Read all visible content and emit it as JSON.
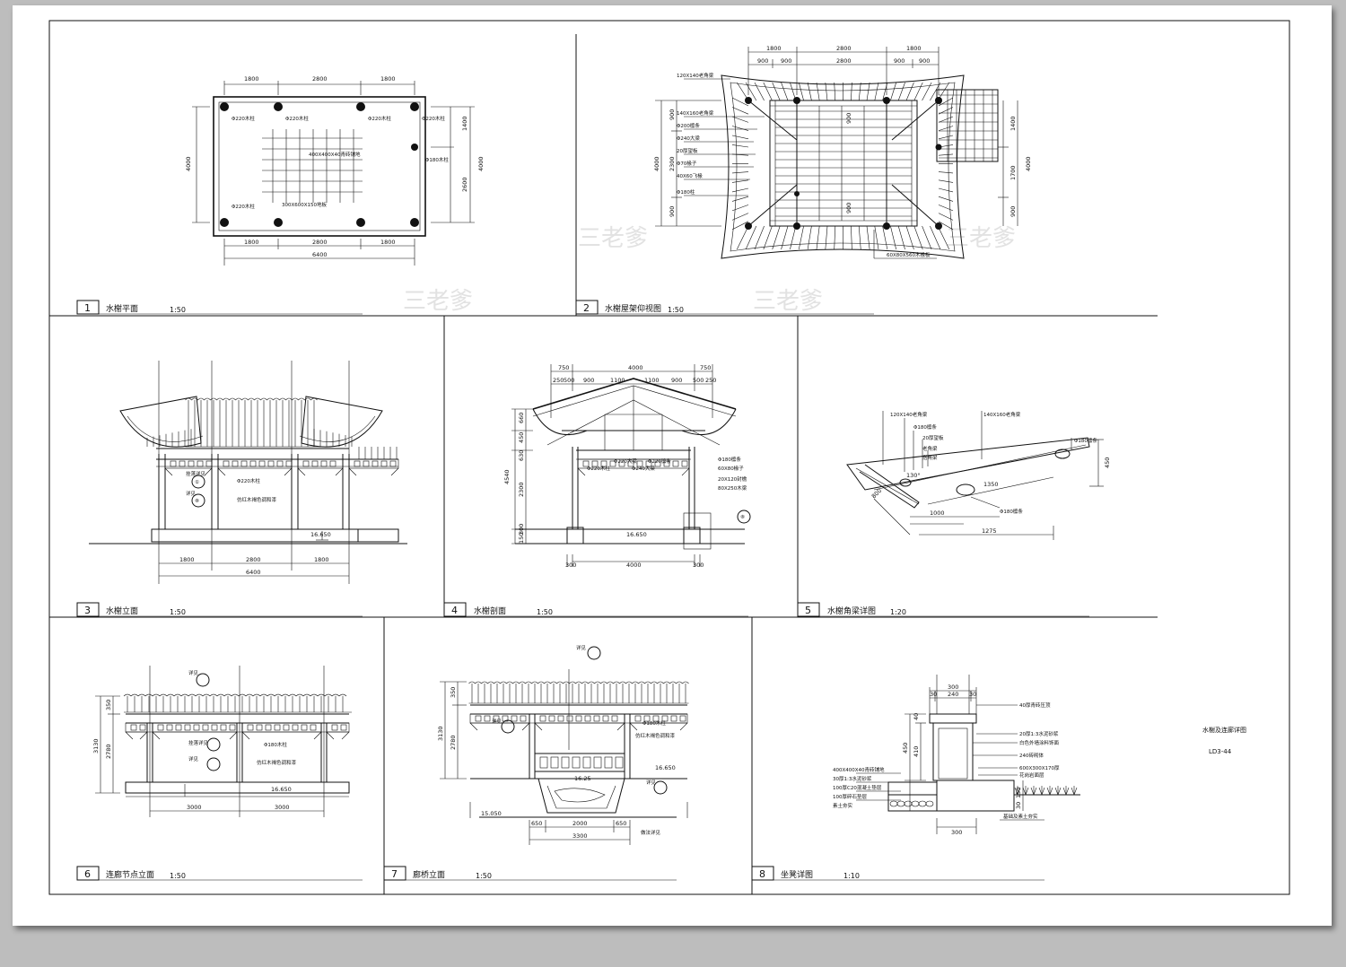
{
  "watermark": "三老爹",
  "sheet": {
    "title": "水榭及连廊详图",
    "number": "LD3-44"
  },
  "drawings": [
    {
      "num": "1",
      "title": "水榭平面",
      "scale": "1:50",
      "dims_top": [
        "1800",
        "2800",
        "1800"
      ],
      "dims_bottom": [
        "1800",
        "2800",
        "1800"
      ],
      "overall": "6400",
      "dim_left": "4000",
      "dims_right": [
        "1400",
        "2600"
      ],
      "dim_right_total": "4000",
      "labels": [
        "Φ220木柱",
        "Φ220木柱",
        "Φ220木柱",
        "Φ220木柱",
        "Φ180木柱",
        "400X400X40青砖铺地",
        "Φ220木柱",
        "300X600X150地板"
      ]
    },
    {
      "num": "2",
      "title": "水榭屋架仰视图",
      "scale": "1:50",
      "dims_top": [
        "1800",
        "2800",
        "1800"
      ],
      "dims_top2": [
        "900",
        "900",
        "2800",
        "900",
        "900"
      ],
      "dims_left": [
        "900",
        "2300",
        "900"
      ],
      "dim_left_total": "4000",
      "dims_right": [
        "1400",
        "1700",
        "900"
      ],
      "dim_right_total": "4000",
      "labels": [
        "120X140老角梁",
        "140X160老角梁",
        "Φ200檩条",
        "Φ240大梁",
        "20厚望板",
        "Φ70椽子",
        "40X60飞椽",
        "Φ180柱",
        "60X80X560木椽板"
      ],
      "inner": [
        "900",
        "900"
      ]
    },
    {
      "num": "3",
      "title": "水榭立面",
      "scale": "1:50",
      "dims": [
        "1800",
        "2800",
        "1800"
      ],
      "overall": "6400",
      "level": "16.650",
      "labels": [
        "挂落详见",
        "Φ220木柱",
        "详见",
        "仿红木褐色调和漆"
      ],
      "detail_refs": [
        "①",
        "⑧"
      ]
    },
    {
      "num": "4",
      "title": "水榭剖面",
      "scale": "1:50",
      "dims_top": [
        "750",
        "4000",
        "750"
      ],
      "dims_top2": [
        "250",
        "500",
        "900",
        "1100",
        "1100",
        "900",
        "500",
        "250"
      ],
      "dims_left": [
        "660",
        "450",
        "630",
        "2300",
        "150",
        "300"
      ],
      "dim_left_total": "4540",
      "dims_bottom": [
        "300",
        "4000",
        "300"
      ],
      "level": "16.650",
      "labels": [
        "Φ180檩条",
        "60X80椽子",
        "Φ220大梁",
        "Φ220檩条",
        "Φ240大梁",
        "Φ220木柱",
        "20X120封檐",
        "80X250木梁"
      ],
      "detail_ref": "⑧"
    },
    {
      "num": "5",
      "title": "水榭角梁详图",
      "scale": "1:20",
      "labels": [
        "120X140老角梁",
        "Φ180檩条",
        "140X160老角梁",
        "Φ180檩条",
        "Φ180檩条",
        "20厚望板",
        "老角梁",
        "搭角梁"
      ],
      "dims": [
        "800",
        "1350",
        "1000",
        "1275",
        "450"
      ],
      "angle": "130°"
    },
    {
      "num": "6",
      "title": "连廊节点立面",
      "scale": "1:50",
      "dims": [
        "3000",
        "3000"
      ],
      "dims_left": [
        "350",
        "2780"
      ],
      "dim_left_total": "3130",
      "level": "16.650",
      "labels": [
        "详见",
        "挂落详见",
        "详见",
        "Φ180木柱",
        "仿红木褐色调和漆"
      ]
    },
    {
      "num": "7",
      "title": "廊桥立面",
      "scale": "1:50",
      "dims": [
        "650",
        "2000",
        "650"
      ],
      "overall": "3300",
      "dims_left": [
        "350",
        "2780"
      ],
      "dim_left_total": "3130",
      "levels": [
        "16.650",
        "16.25",
        "15.050"
      ],
      "labels": [
        "详见",
        "详见",
        "Φ180木柱",
        "仿红木褐色调和漆",
        "详见",
        "做法详见"
      ]
    },
    {
      "num": "8",
      "title": "坐凳详图",
      "scale": "1:10",
      "dims_top": [
        "300",
        "30",
        "240",
        "30"
      ],
      "dims_left": [
        "450",
        "410",
        "40"
      ],
      "dim_bottom": "300",
      "dims_right": [
        "150",
        "30"
      ],
      "labels": [
        "40厚青砖压顶",
        "20厚1:3水泥砂浆",
        "白色外墙涂料饰面",
        "240砖砌体",
        "600X300X170厚",
        "花岗岩面层",
        "400X400X40青砖铺地",
        "30厚1:3水泥砂浆",
        "100厚C20混凝土垫层",
        "100厚碎石垫层",
        "素土夯实",
        "基础及素土夯实"
      ]
    }
  ]
}
